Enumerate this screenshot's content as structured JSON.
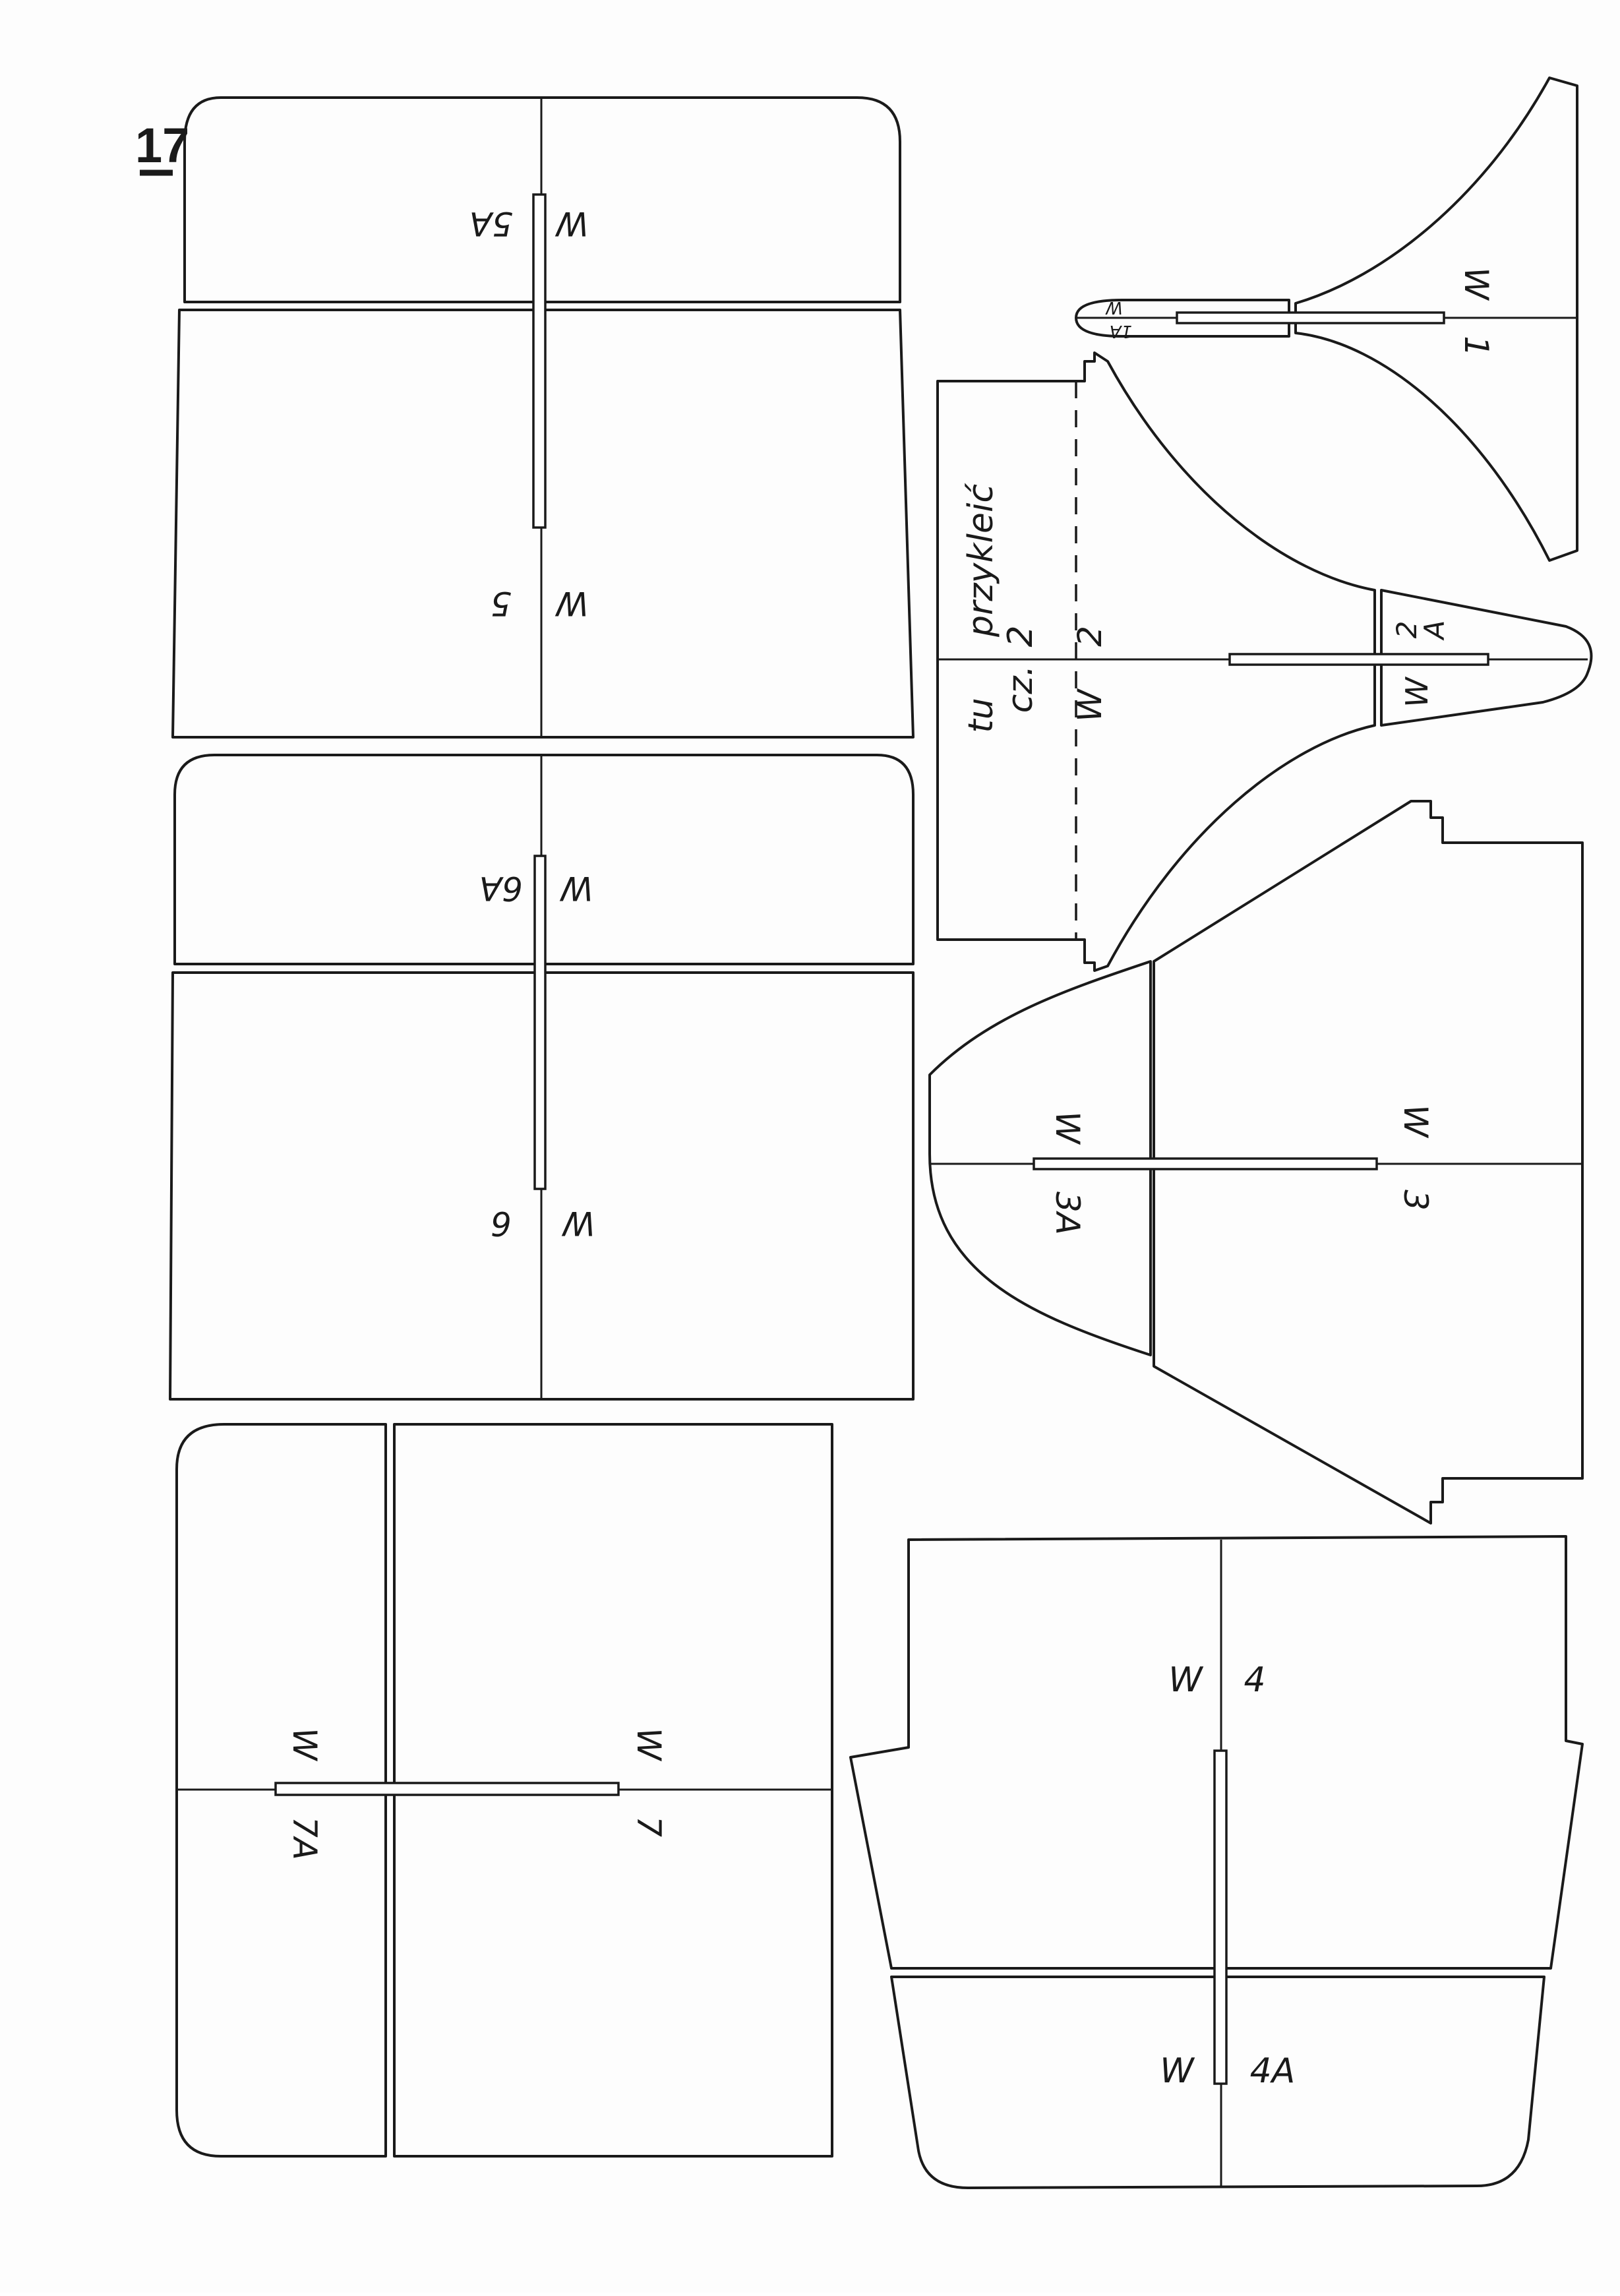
{
  "page_number": "17",
  "labels": {
    "w5a_w": "W",
    "w5a_n": "5A",
    "w5_w": "W",
    "w5_n": "5",
    "w6a_w": "W",
    "w6a_n": "6A",
    "w6_w": "W",
    "w6_n": "6",
    "w7a_w": "W",
    "w7a_n": "7A",
    "w7_w": "W",
    "w7_n": "7",
    "w1_w": "W",
    "w1_n": "1",
    "w1a_w": "W",
    "w1a_n": "1A",
    "w2_w": "W",
    "w2_n": "2",
    "w2a_w": "W",
    "w2a_n": "2",
    "w2a_a": "A",
    "w3a_w": "W",
    "w3a_n": "3A",
    "w3_w": "W",
    "w3_n": "3",
    "w4_w": "W",
    "w4_n": "4",
    "w4a_w": "W",
    "w4a_n": "4A"
  },
  "glue_note": {
    "line1": "tu",
    "line2": "przykleić",
    "line3": "cz.",
    "line4": "2"
  }
}
